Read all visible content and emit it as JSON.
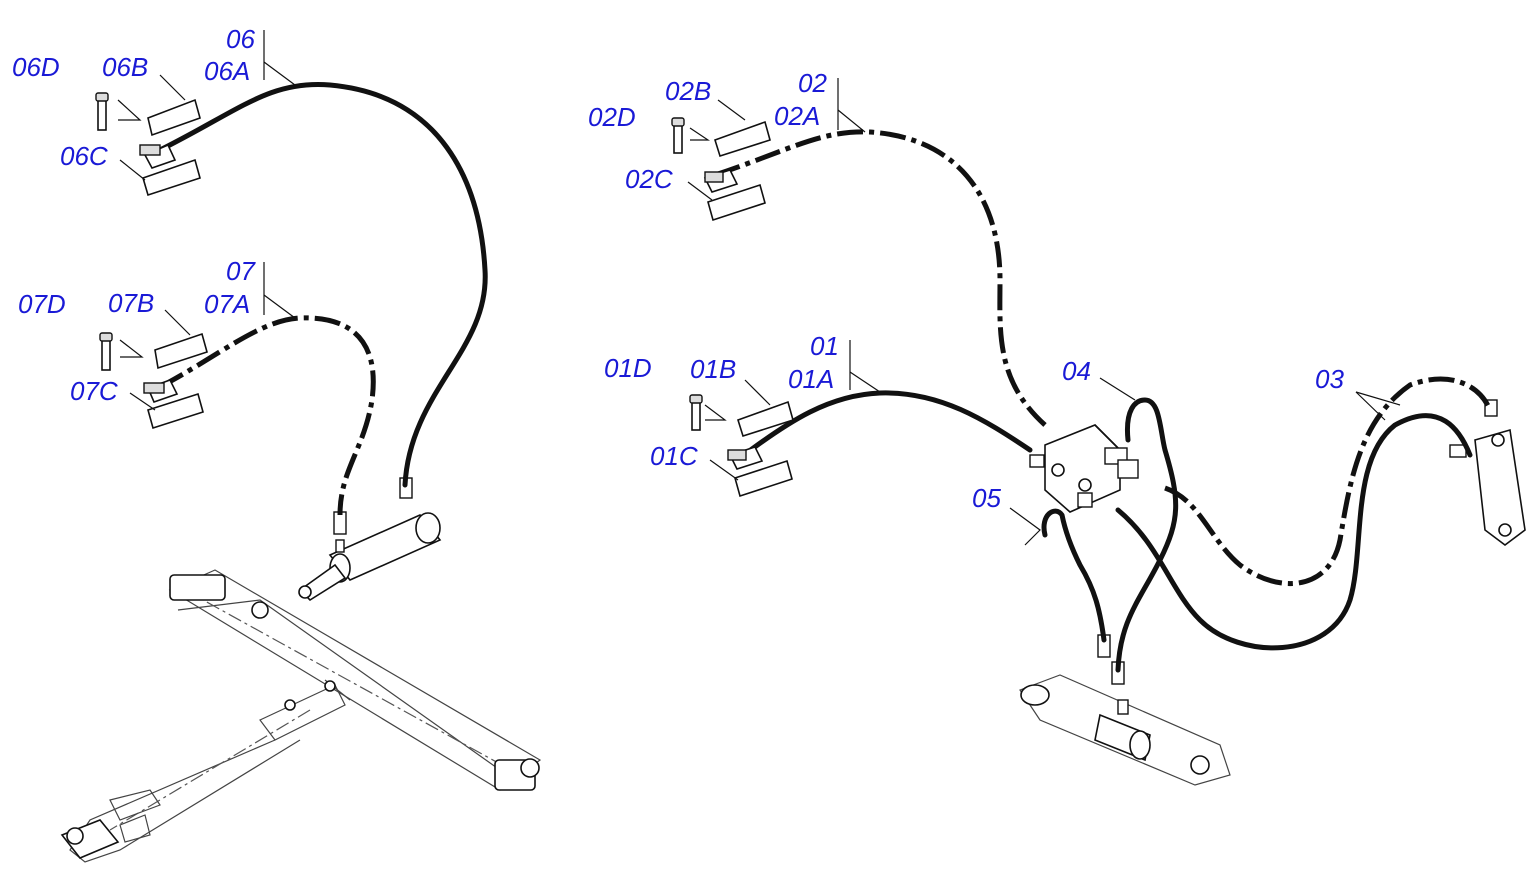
{
  "labels": {
    "g06": {
      "main": "06",
      "sub": "06A",
      "b": "06B",
      "c": "06C",
      "d": "06D"
    },
    "g07": {
      "main": "07",
      "sub": "07A",
      "b": "07B",
      "c": "07C",
      "d": "07D"
    },
    "g02": {
      "main": "02",
      "sub": "02A",
      "b": "02B",
      "c": "02C",
      "d": "02D"
    },
    "g01": {
      "main": "01",
      "sub": "01A",
      "b": "01B",
      "c": "01C",
      "d": "01D"
    },
    "p03": "03",
    "p04": "04",
    "p05": "05"
  },
  "colors": {
    "label": "#1a1ad6",
    "line": "#111111",
    "background": "#ffffff"
  }
}
